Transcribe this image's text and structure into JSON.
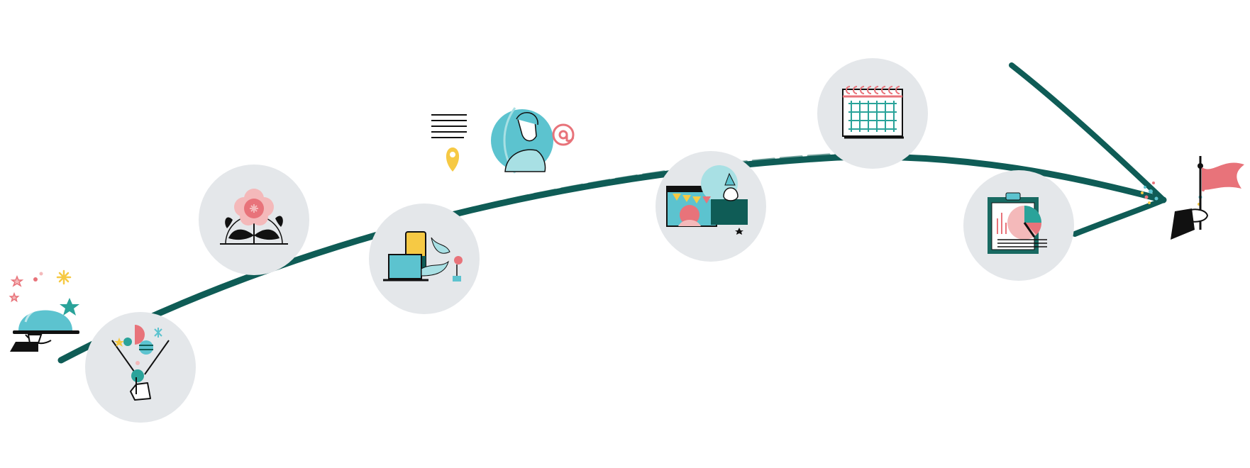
{
  "colors": {
    "path": "#0f5c56",
    "circle": "#e4e7ea",
    "teal": "#5cc3cf",
    "darkTeal": "#186a62",
    "pink": "#e8737a",
    "lightPink": "#f4b9ba",
    "yellow": "#f6c944",
    "ink": "#111111"
  },
  "journey": {
    "start_icon": "service-cloche-icon",
    "end_icon": "goal-flag-icon",
    "steps": [
      {
        "id": "discover",
        "icon": "funnel-click-icon"
      },
      {
        "id": "nurture",
        "icon": "flower-growth-icon"
      },
      {
        "id": "devices",
        "icon": "devices-plant-icon"
      },
      {
        "id": "contact",
        "icon": "global-contact-icon"
      },
      {
        "id": "celebrate",
        "icon": "video-celebration-icon"
      },
      {
        "id": "schedule",
        "icon": "calendar-icon"
      },
      {
        "id": "report",
        "icon": "clipboard-report-icon"
      }
    ]
  }
}
